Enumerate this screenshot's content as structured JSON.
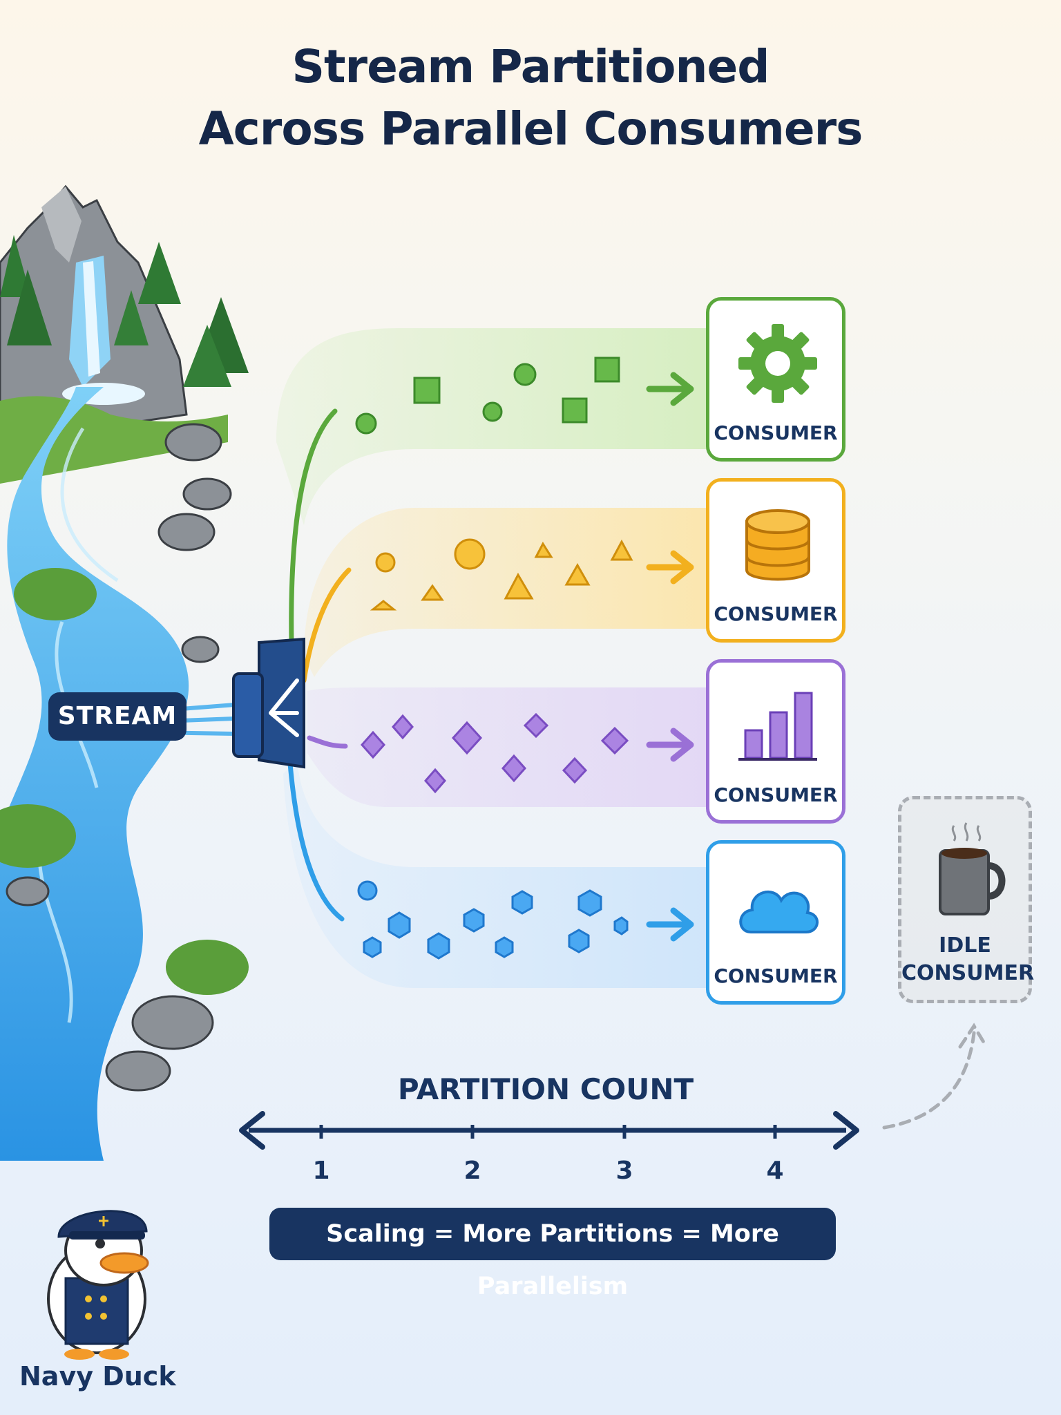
{
  "title": {
    "line1": "Stream Partitioned",
    "line2": "Across Parallel Consumers"
  },
  "stream": {
    "label": "STREAM"
  },
  "partitions": [
    {
      "consumer_label": "CONSUMER",
      "icon": "gear-icon",
      "color": "#5aa83c"
    },
    {
      "consumer_label": "CONSUMER",
      "icon": "database-icon",
      "color": "#f2b01e"
    },
    {
      "consumer_label": "CONSUMER",
      "icon": "bar-chart-icon",
      "color": "#9a70d6"
    },
    {
      "consumer_label": "CONSUMER",
      "icon": "cloud-icon",
      "color": "#2f9ee8"
    }
  ],
  "idle_consumer": {
    "label_line1": "IDLE",
    "label_line2": "CONSUMER",
    "icon": "coffee-mug-icon"
  },
  "axis": {
    "title": "PARTITION COUNT",
    "ticks": [
      "1",
      "2",
      "3",
      "4"
    ]
  },
  "banner": {
    "text": "Scaling = More Partitions = More Parallelism"
  },
  "brand": {
    "name": "Navy Duck",
    "icon": "duck-mascot-icon"
  },
  "colors": {
    "navy": "#183461",
    "river": "#3fa9ec",
    "idle_gray": "#a9adb3"
  }
}
